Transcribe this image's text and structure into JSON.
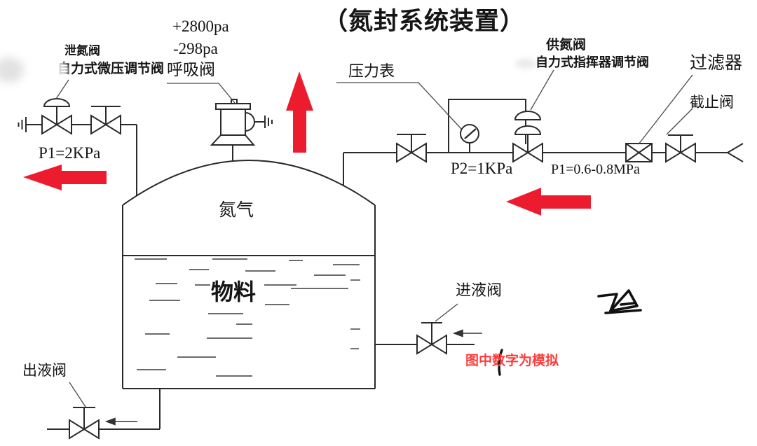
{
  "title": "（氮封系统装置）",
  "colors": {
    "line": "#2a2a2a",
    "arrow_red": "#ec1c2e",
    "note_red": "#ff3b3b"
  },
  "vent_section": {
    "pressure_high": "+2800pa",
    "pressure_low": "-298pa",
    "relief_valve_label": "泄氮阀",
    "relief_valve_sublabel": "自力式微压调节阀",
    "breathing_valve_label": "呼吸阀",
    "line_pressure": "P1=2KPa"
  },
  "supply_section": {
    "gauge_label": "压力表",
    "supply_valve_label": "供氮阀",
    "supply_valve_sublabel": "自力式指挥器调节阀",
    "filter_label": "过滤器",
    "stop_valve_label": "截止阀",
    "gauge_pressure": "P2=1KPa",
    "supply_pressure": "P1=0.6-0.8MPa"
  },
  "tank": {
    "gas_label": "氮气",
    "liquid_label": "物料"
  },
  "bottom_section": {
    "outlet_valve_label": "出液阀",
    "inlet_valve_label": "进液阀",
    "note": "图中数字为模拟"
  }
}
